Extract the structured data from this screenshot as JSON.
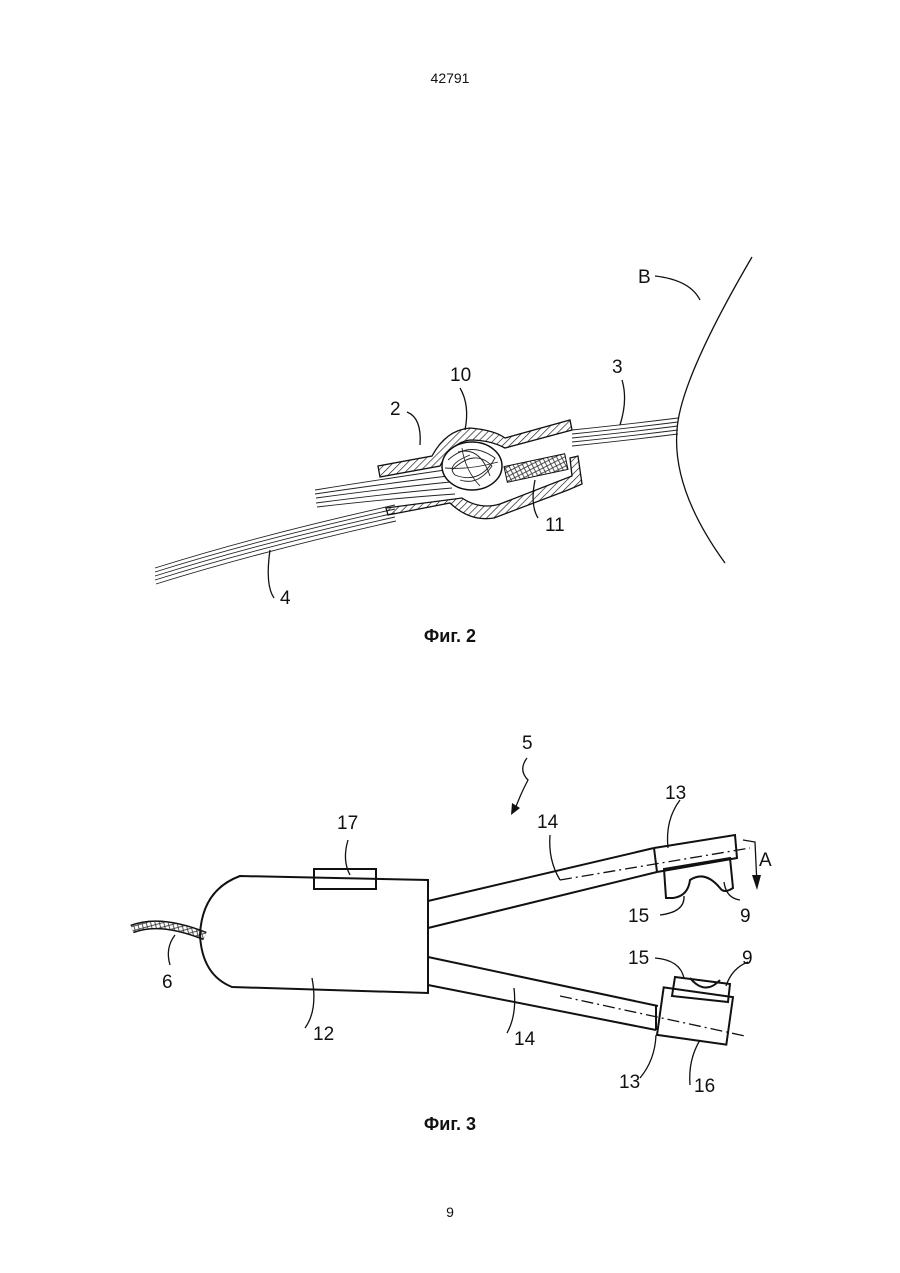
{
  "header": {
    "document_number": "42791"
  },
  "figure2": {
    "caption": "Фиг. 2",
    "labels": {
      "b": "B",
      "n2": "2",
      "n3": "3",
      "n4": "4",
      "n10": "10",
      "n11": "11"
    }
  },
  "figure3": {
    "caption": "Фиг. 3",
    "labels": {
      "n5": "5",
      "n6": "6",
      "n9a": "9",
      "n9b": "9",
      "n12": "12",
      "n13a": "13",
      "n13b": "13",
      "n14a": "14",
      "n14b": "14",
      "n15a": "15",
      "n15b": "15",
      "n16": "16",
      "n17": "17",
      "a": "A"
    }
  },
  "footer": {
    "page_number": "9"
  }
}
